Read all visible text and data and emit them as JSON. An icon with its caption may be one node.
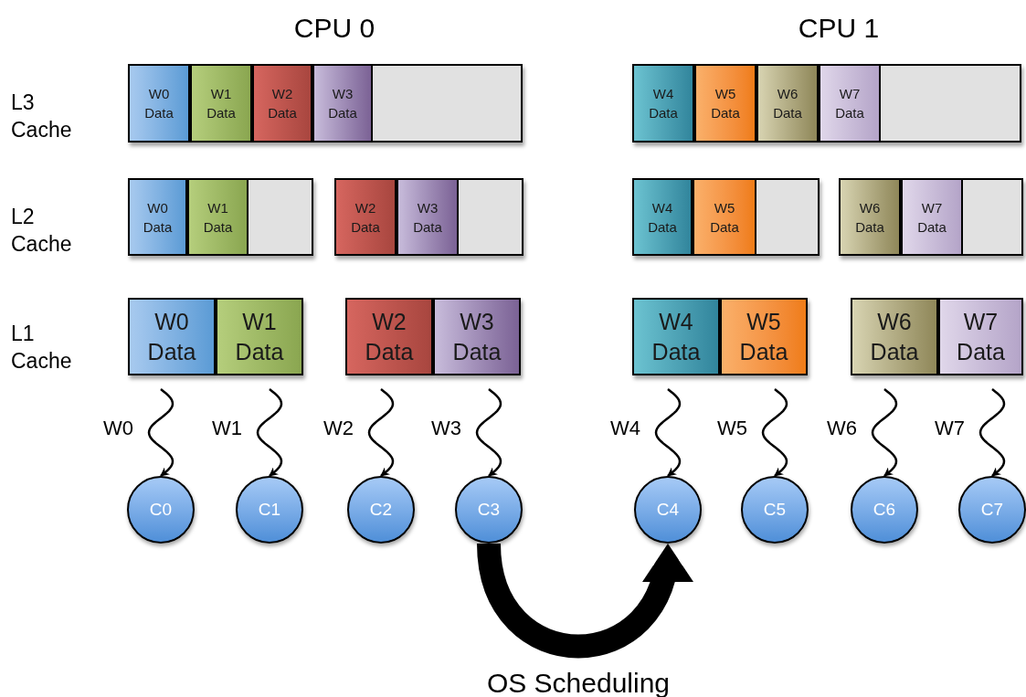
{
  "diagram": {
    "nodes": [
      {
        "text": [],
        "shape": "bar"
      },
      {
        "text": [
          "W0 Data"
        ],
        "in": 0
      },
      {
        "text": [
          "W1 Data"
        ],
        "in": 0
      },
      {
        "text": [
          "W2 Data"
        ],
        "in": 0
      },
      {
        "text": [
          "W3 Data"
        ],
        "in": 0
      },
      {
        "text": [],
        "shape": "bar"
      },
      {
        "text": [
          "W4 Data"
        ],
        "in": 5
      },
      {
        "text": [
          "W5 Data"
        ],
        "in": 5
      },
      {
        "text": [
          "W6 Data"
        ],
        "in": 5
      },
      {
        "text": [
          "W7 Data"
        ],
        "in": 5
      },
      {
        "text": [],
        "shape": "bar"
      },
      {
        "text": [
          "W0 Data"
        ],
        "in": 10
      },
      {
        "text": [
          "W1 Data"
        ],
        "in": 10
      },
      {
        "text": [],
        "shape": "bar"
      },
      {
        "text": [
          "W2 Data"
        ],
        "in": 13
      },
      {
        "text": [
          "W3 Data"
        ],
        "in": 13
      },
      {
        "text": [],
        "shape": "bar"
      },
      {
        "text": [
          "W4 Data"
        ],
        "in": 16
      },
      {
        "text": [
          "W5 Data"
        ],
        "in": 16
      },
      {
        "text": [],
        "shape": "bar"
      },
      {
        "text": [
          "W6 Data"
        ],
        "in": 19
      },
      {
        "text": [
          "W7 Data"
        ],
        "in": 19
      },
      {
        "text": [
          "W0 Data"
        ]
      },
      {
        "text": [
          "W1 Data"
        ]
      },
      {
        "text": [
          "W2 Data"
        ]
      },
      {
        "text": [
          "W3 Data"
        ]
      },
      {
        "text": [
          "W4 Data"
        ]
      },
      {
        "text": [
          "W5 Data"
        ]
      },
      {
        "text": [
          "W6 Data"
        ]
      },
      {
        "text": [
          "W7 Data"
        ]
      },
      {
        "text": [
          "C0"
        ]
      },
      {
        "text": [
          "C1"
        ]
      },
      {
        "text": [
          "C2"
        ]
      },
      {
        "text": [
          "C3"
        ]
      },
      {
        "text": [
          "C4"
        ]
      },
      {
        "text": [
          "C5"
        ]
      },
      {
        "text": [
          "C6"
        ]
      },
      {
        "text": [
          "C7"
        ]
      }
    ],
    "edges": [
      {
        "from": null,
        "to": 30,
        "arrow": "to",
        "label": "W0"
      },
      {
        "from": null,
        "to": 31,
        "arrow": "to",
        "label": "W1"
      },
      {
        "from": null,
        "to": 32,
        "arrow": "to",
        "label": "W2"
      },
      {
        "from": null,
        "to": 33,
        "arrow": "to",
        "label": "W3"
      },
      {
        "from": null,
        "to": 34,
        "arrow": "to",
        "label": "W4"
      },
      {
        "from": null,
        "to": 35,
        "arrow": "to",
        "label": "W5"
      },
      {
        "from": null,
        "to": 36,
        "arrow": "to",
        "label": "W6"
      },
      {
        "from": null,
        "to": 37,
        "arrow": "to",
        "label": "W7"
      },
      {
        "from": 33,
        "to": 34,
        "arrow": "to",
        "style": "thick",
        "label": "OS Scheduling"
      }
    ],
    "labels": [
      "CPU 0",
      "CPU 1",
      "L3 Cache",
      "L2 Cache",
      "L1 Cache"
    ]
  }
}
